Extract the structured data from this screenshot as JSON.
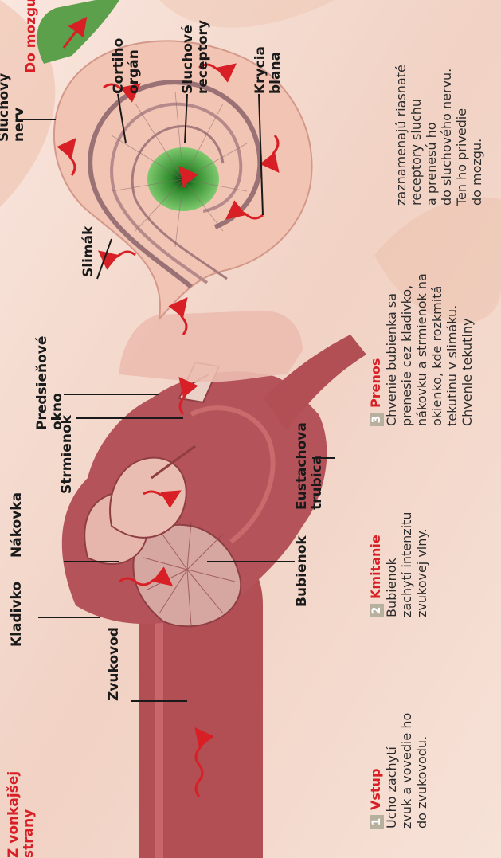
{
  "labels": {
    "from_outside": "Z vonkajšej\nstrany",
    "ear_canal": "Zvukovod",
    "malleus": "Kladivko",
    "incus": "Nákovka",
    "stapes": "Strmienok",
    "eardrum": "Bubienok",
    "eustachian_tube": "Eustachova\ntrubica",
    "oval_window": "Predsieňové\nokno",
    "cochlea": "Slimák",
    "corti_organ": "Cortiho\norgán",
    "auditory_nerve": "Sluchový\nnerv",
    "hearing_receptors": "Sluchové\nreceptory",
    "tectorial_membrane": "Krycia\nblana",
    "to_brain": "Do mozgu"
  },
  "steps": [
    {
      "number": "1",
      "title": "Vstup",
      "text": "Ucho zachytí\nzvuk a vovedie ho\ndo zvukovodu."
    },
    {
      "number": "2",
      "title": "Kmitanie",
      "text": "Bubienok\nzachytí intenzitu\nzvukovej vlny."
    },
    {
      "number": "3",
      "title": "Prenos",
      "text": "Chvenie bubienka sa\nprenesie cez kladivko,\nnákovku a strmienok na\nokienko, kde rozkmitá\ntekutinu v slimáku.\nChvenie tekutiny"
    },
    {
      "number": "",
      "title": "",
      "text": "zaznamenajú riasnaté\nreceptory sluchu\na prenesú ho\ndo sluchového nervu.\nTen ho privedie\ndo mozgu."
    }
  ],
  "colors": {
    "label_red": "#d81f26",
    "flesh": "#b24f55",
    "cochlea_fill": "#f2c7b4",
    "nerve_green": "#3f9a3a",
    "background": "#f4d9cf"
  }
}
